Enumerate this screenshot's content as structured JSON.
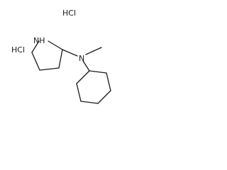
{
  "molecule": {
    "salt_labels": [
      "HCl",
      "HCl"
    ],
    "atoms": {
      "amine_n": "N",
      "ring_nh": "NH"
    }
  }
}
